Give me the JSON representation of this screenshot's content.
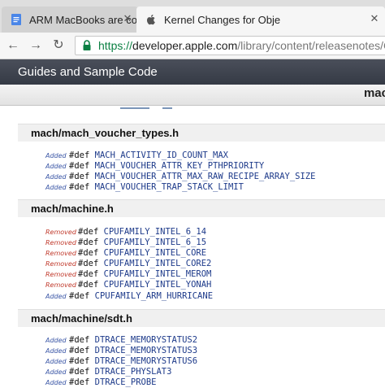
{
  "browser": {
    "tabs": [
      {
        "title": "ARM MacBooks are com",
        "active": false,
        "favicon": "docs-icon"
      },
      {
        "title": "Kernel Changes for Obje",
        "active": true,
        "favicon": "apple-icon"
      }
    ],
    "url_scheme": "https://",
    "url_host": "developer.apple.com",
    "url_path": "/library/content/releasenotes/General/A"
  },
  "header": {
    "title": "Guides and Sample Code",
    "subtitle": "mac"
  },
  "sections": [
    {
      "title": "mach/mach_voucher_types.h",
      "entries": [
        {
          "status": "Added",
          "keyword": "#def",
          "name": "MACH_ACTIVITY_ID_COUNT_MAX"
        },
        {
          "status": "Added",
          "keyword": "#def",
          "name": "MACH_VOUCHER_ATTR_KEY_PTHPRIORITY"
        },
        {
          "status": "Added",
          "keyword": "#def",
          "name": "MACH_VOUCHER_ATTR_MAX_RAW_RECIPE_ARRAY_SIZE"
        },
        {
          "status": "Added",
          "keyword": "#def",
          "name": "MACH_VOUCHER_TRAP_STACK_LIMIT"
        }
      ]
    },
    {
      "title": "mach/machine.h",
      "entries": [
        {
          "status": "Removed",
          "keyword": "#def",
          "name": "CPUFAMILY_INTEL_6_14"
        },
        {
          "status": "Removed",
          "keyword": "#def",
          "name": "CPUFAMILY_INTEL_6_15"
        },
        {
          "status": "Removed",
          "keyword": "#def",
          "name": "CPUFAMILY_INTEL_CORE"
        },
        {
          "status": "Removed",
          "keyword": "#def",
          "name": "CPUFAMILY_INTEL_CORE2"
        },
        {
          "status": "Removed",
          "keyword": "#def",
          "name": "CPUFAMILY_INTEL_MEROM"
        },
        {
          "status": "Removed",
          "keyword": "#def",
          "name": "CPUFAMILY_INTEL_YONAH"
        },
        {
          "status": "Added",
          "keyword": "#def",
          "name": "CPUFAMILY_ARM_HURRICANE"
        }
      ]
    },
    {
      "title": "mach/machine/sdt.h",
      "entries": [
        {
          "status": "Added",
          "keyword": "#def",
          "name": "DTRACE_MEMORYSTATUS2"
        },
        {
          "status": "Added",
          "keyword": "#def",
          "name": "DTRACE_MEMORYSTATUS3"
        },
        {
          "status": "Added",
          "keyword": "#def",
          "name": "DTRACE_MEMORYSTATUS6"
        },
        {
          "status": "Added",
          "keyword": "#def",
          "name": "DTRACE_PHYSLAT3"
        },
        {
          "status": "Added",
          "keyword": "#def",
          "name": "DTRACE_PROBE"
        }
      ]
    }
  ],
  "colors": {
    "added": "#3a56a6",
    "removed": "#c0392b",
    "header_bar": "#3d424d",
    "secure_url": "#0b8043"
  }
}
